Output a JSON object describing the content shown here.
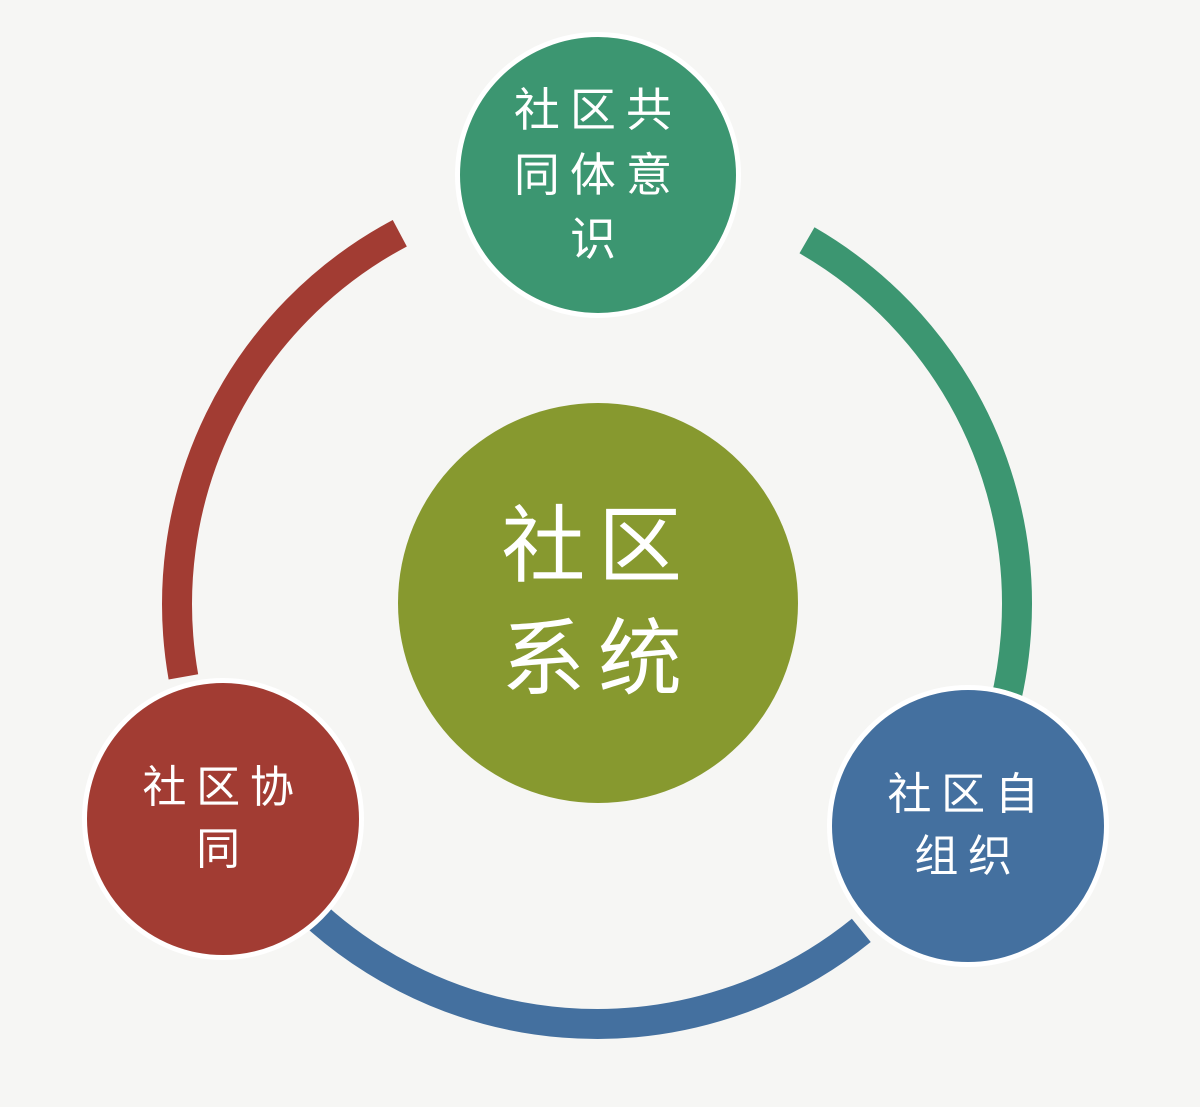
{
  "diagram": {
    "center": {
      "label": "社区系统",
      "color": "#87992f"
    },
    "nodes": [
      {
        "id": "top",
        "label": "社区共同体意识",
        "color": "#3c9671"
      },
      {
        "id": "right",
        "label": "社区自组织",
        "color": "#44709f"
      },
      {
        "id": "left",
        "label": "社区协同",
        "color": "#a23c33"
      }
    ],
    "arcs": [
      {
        "from": "top",
        "to": "right",
        "color": "#3c9671"
      },
      {
        "from": "right",
        "to": "left",
        "color": "#44709f"
      },
      {
        "from": "left",
        "to": "top",
        "color": "#a23c33"
      }
    ]
  }
}
